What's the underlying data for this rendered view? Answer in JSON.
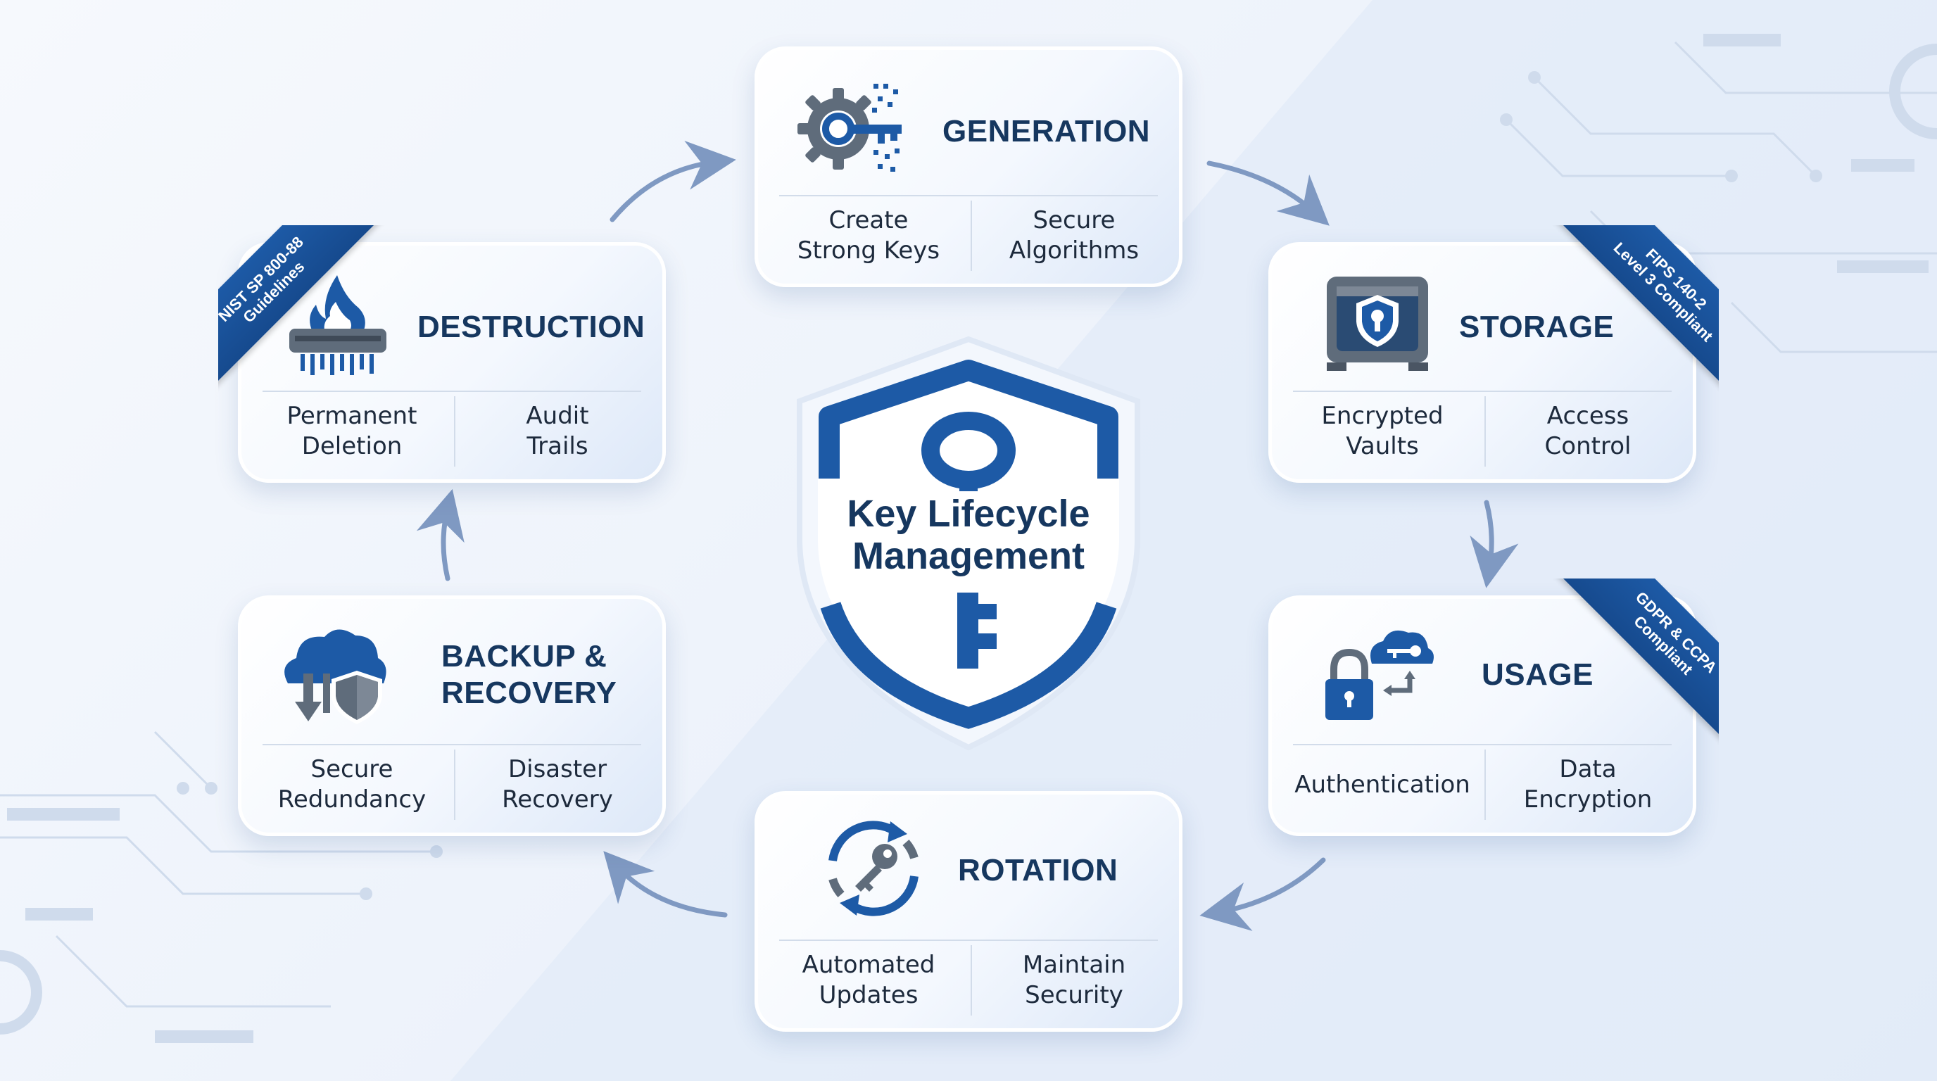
{
  "center": {
    "title": "Key Lifecycle\nManagement"
  },
  "stages": [
    {
      "id": "generation",
      "title": "GENERATION",
      "icon": "gear-key-icon",
      "left": "Create\nStrong Keys",
      "right": "Secure\nAlgorithms"
    },
    {
      "id": "storage",
      "title": "STORAGE",
      "icon": "vault-shield-icon",
      "left": "Encrypted\nVaults",
      "right": "Access\nControl"
    },
    {
      "id": "usage",
      "title": "USAGE",
      "icon": "lock-cloud-key-icon",
      "left": "Authentication",
      "right": "Data\nEncryption"
    },
    {
      "id": "rotation",
      "title": "ROTATION",
      "icon": "rotation-key-icon",
      "left": "Automated\nUpdates",
      "right": "Maintain\nSecurity"
    },
    {
      "id": "backup",
      "title": "BACKUP &\nRECOVERY",
      "icon": "cloud-download-shield-icon",
      "left": "Secure\nRedundancy",
      "right": "Disaster\nRecovery"
    },
    {
      "id": "destruction",
      "title": "DESTRUCTION",
      "icon": "flame-shredder-icon",
      "left": "Permanent\nDeletion",
      "right": "Audit\nTrails"
    }
  ],
  "ribbons": {
    "destruction": "NIST SP 800-88\nGuidelines",
    "storage": "FIPS 140-2\nLevel 3 Compliant",
    "usage": "GDPR & CCPA\nCompliant"
  },
  "colors": {
    "navy": "#16375f",
    "brand_blue": "#1d5aa6",
    "icon_gray": "#5f6c7b",
    "arrow": "#7f99c2"
  }
}
